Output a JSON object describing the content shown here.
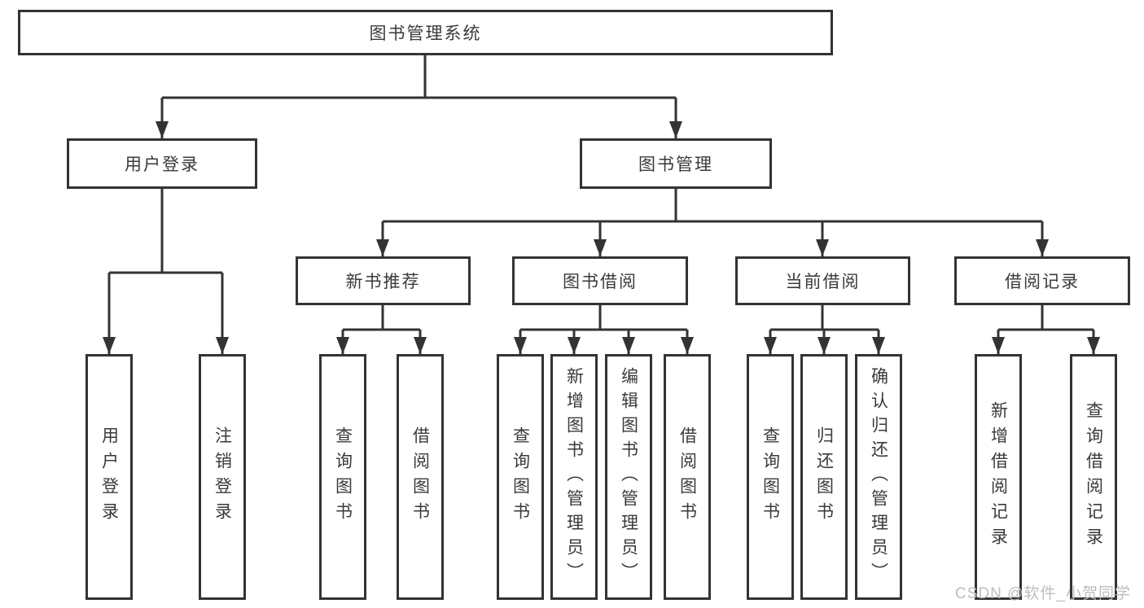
{
  "tree": {
    "root": {
      "label": "图书管理系统"
    },
    "branches": [
      {
        "label": "用户登录",
        "children": [
          {
            "label": "用户登录"
          },
          {
            "label": "注销登录"
          }
        ]
      },
      {
        "label": "图书管理",
        "children": [
          {
            "label": "新书推荐",
            "children": [
              {
                "label": "查询图书"
              },
              {
                "label": "借阅图书"
              }
            ]
          },
          {
            "label": "图书借阅",
            "children": [
              {
                "label": "查询图书"
              },
              {
                "label": "新增图书（管理员）"
              },
              {
                "label": "编辑图书（管理员）"
              },
              {
                "label": "借阅图书"
              }
            ]
          },
          {
            "label": "当前借阅",
            "children": [
              {
                "label": "查询图书"
              },
              {
                "label": "归还图书"
              },
              {
                "label": "确认归还（管理员）"
              }
            ]
          },
          {
            "label": "借阅记录",
            "children": [
              {
                "label": "新增借阅记录"
              },
              {
                "label": "查询借阅记录"
              }
            ]
          }
        ]
      }
    ]
  },
  "watermark": {
    "text": "CSDN @软件_小贺同学"
  },
  "colors": {
    "box_border": "#333333",
    "connector_line": "#333333",
    "text": "#3a3a3a",
    "background": "#ffffff",
    "watermark": "#bdbdbd"
  }
}
